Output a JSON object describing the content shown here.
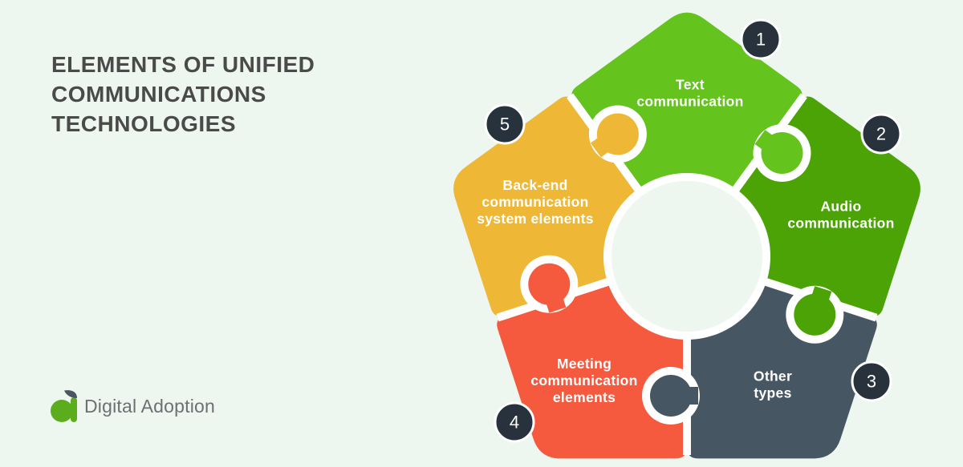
{
  "page": {
    "background": "#eef6f0"
  },
  "header": {
    "title": "ELEMENTS OF UNIFIED\nCOMMUNICATIONS\nTECHNOLOGIES",
    "title_color": "#4a4a4a"
  },
  "diagram": {
    "type": "puzzle-pentagon",
    "gap_color": "#ffffff",
    "label_color": "#ffffff",
    "badge_color": "#27323c",
    "badge_ring_color": "#ffffff",
    "badge_text_color": "#ffffff",
    "pieces": [
      {
        "number": "1",
        "label": "Text\ncommunication",
        "color": "#64c31d"
      },
      {
        "number": "2",
        "label": "Audio\ncommunication",
        "color": "#4ba306"
      },
      {
        "number": "3",
        "label": "Other\ntypes",
        "color": "#475663"
      },
      {
        "number": "4",
        "label": "Meeting\ncommunication\nelements",
        "color": "#f55a3e"
      },
      {
        "number": "5",
        "label": "Back-end\ncommunication\nsystem elements",
        "color": "#eeb836"
      }
    ]
  },
  "logo": {
    "text": "Digital Adoption",
    "mark_icon": "digital-adoption-a-leaf",
    "glyph_color": "#5cad1e",
    "leaf_color": "#4a5560",
    "text_color": "#6c7073"
  }
}
